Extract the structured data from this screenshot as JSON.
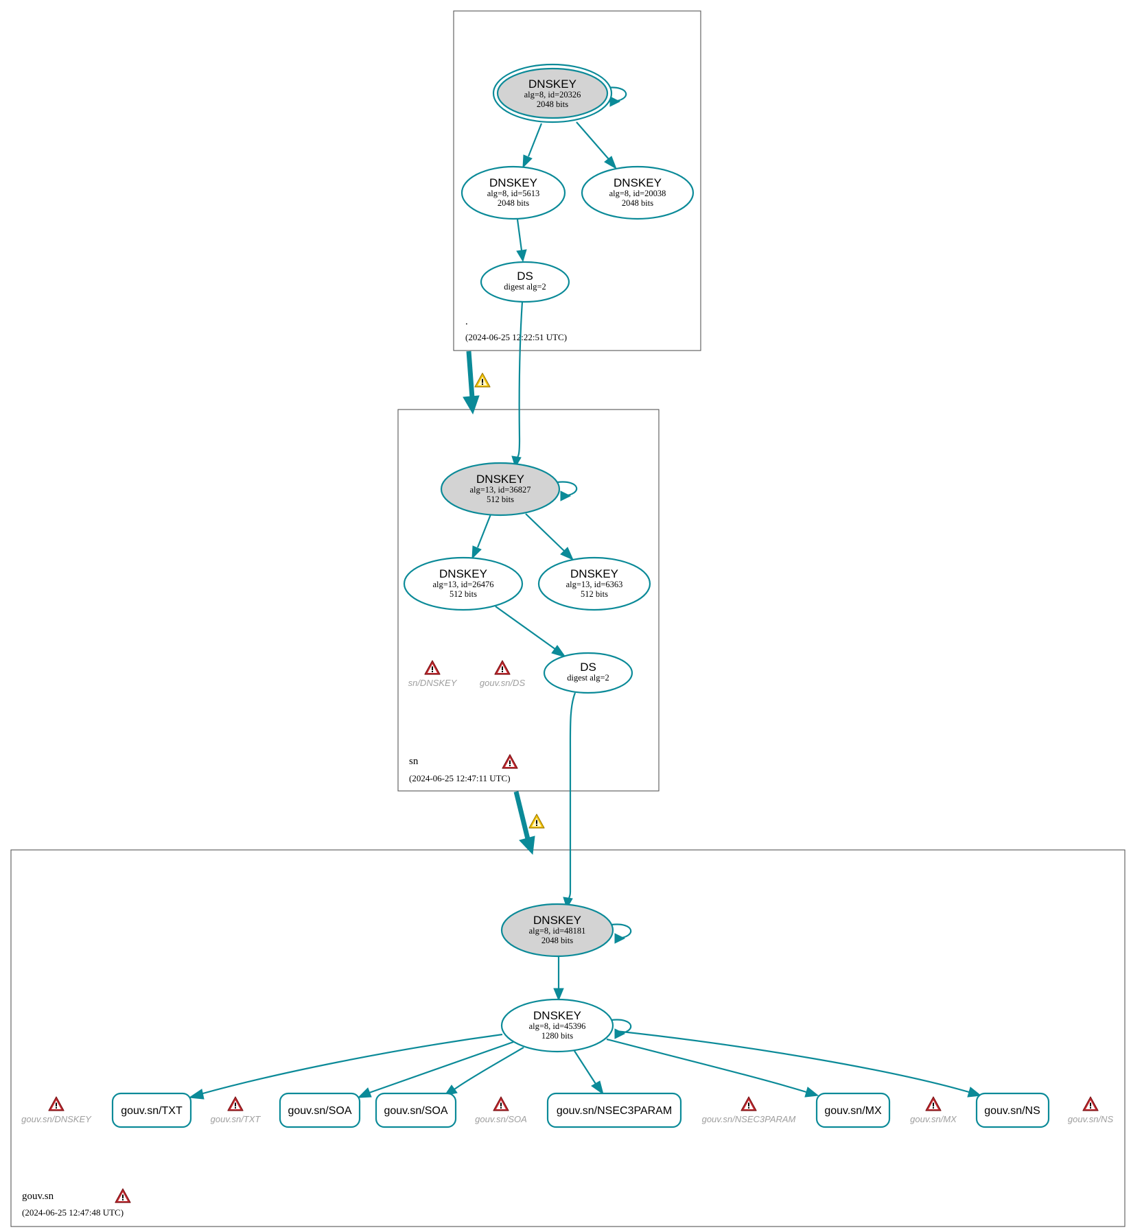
{
  "zones": [
    {
      "name": ".",
      "timestamp": "(2024-06-25 12:22:51 UTC)"
    },
    {
      "name": "sn",
      "timestamp": "(2024-06-25 12:47:11 UTC)"
    },
    {
      "name": "gouv.sn",
      "timestamp": "(2024-06-25 12:47:48 UTC)"
    }
  ],
  "nodes": {
    "root_ksk": {
      "type": "DNSKEY",
      "line1": "alg=8, id=20326",
      "line2": "2048 bits"
    },
    "root_zsk1": {
      "type": "DNSKEY",
      "line1": "alg=8, id=5613",
      "line2": "2048 bits"
    },
    "root_zsk2": {
      "type": "DNSKEY",
      "line1": "alg=8, id=20038",
      "line2": "2048 bits"
    },
    "root_ds": {
      "type": "DS",
      "line1": "digest alg=2"
    },
    "sn_ksk": {
      "type": "DNSKEY",
      "line1": "alg=13, id=36827",
      "line2": "512 bits"
    },
    "sn_zsk1": {
      "type": "DNSKEY",
      "line1": "alg=13, id=26476",
      "line2": "512 bits"
    },
    "sn_zsk2": {
      "type": "DNSKEY",
      "line1": "alg=13, id=6363",
      "line2": "512 bits"
    },
    "sn_ds": {
      "type": "DS",
      "line1": "digest alg=2"
    },
    "gouv_ksk": {
      "type": "DNSKEY",
      "line1": "alg=8, id=48181",
      "line2": "2048 bits"
    },
    "gouv_zsk": {
      "type": "DNSKEY",
      "line1": "alg=8, id=45396",
      "line2": "1280 bits"
    }
  },
  "rrsets": [
    "gouv.sn/TXT",
    "gouv.sn/SOA",
    "gouv.sn/SOA",
    "gouv.sn/NSEC3PARAM",
    "gouv.sn/MX",
    "gouv.sn/NS"
  ],
  "sn_warnings": [
    "sn/DNSKEY",
    "gouv.sn/DS"
  ],
  "gouv_warnings": [
    "gouv.sn/DNSKEY",
    "gouv.sn/TXT",
    "gouv.sn/SOA",
    "gouv.sn/NSEC3PARAM",
    "gouv.sn/MX",
    "gouv.sn/NS"
  ],
  "colors": {
    "edge": "#0b8a98",
    "ksk_fill": "#d3d3d3",
    "error_icon": "#c0282e",
    "warning_icon": "#f2c200",
    "muted_label": "#9e9e9e"
  }
}
